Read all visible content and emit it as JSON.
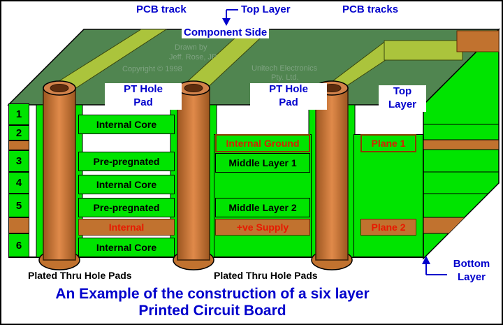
{
  "colors": {
    "board_green": "#00E400",
    "top_surface_green": "#508550",
    "track_yellow_green": "#ABC43C",
    "copper": "#C1722F",
    "label_blue": "#0000CC",
    "label_red": "#D42300",
    "background": "#FFFFFF"
  },
  "top_labels": {
    "pcb_track": "PCB track",
    "top_layer": "Top Layer",
    "pcb_tracks": "PCB tracks",
    "component_side": "Component Side"
  },
  "watermark": {
    "drawn_by_1": "Drawn by",
    "drawn_by_2": "Jeff. Rose, JP",
    "copyright": "Copyright © 1998",
    "company_1": "Unitech Electronics",
    "company_2": "Pty. Ltd."
  },
  "pt_hole_pad": {
    "line1": "PT Hole",
    "line2": "Pad"
  },
  "right_labels": {
    "top_line1": "Top",
    "top_line2": "Layer",
    "bottom_line1": "Bottom",
    "bottom_line2": "Layer"
  },
  "layer_numbers": [
    "1",
    "2",
    "3",
    "4",
    "5",
    "6"
  ],
  "stack_left": {
    "r1": "Internal Core",
    "r2": "Pre-pregnated",
    "r3": "Internal Core",
    "r4": "Pre-pregnated",
    "r5": "Internal",
    "r6": "Internal Core"
  },
  "stack_middle": {
    "r1": "Internal Ground",
    "r2": "Middle Layer 1",
    "r3": "Middle Layer 2",
    "r4": "+ve Supply"
  },
  "stack_right": {
    "r1": "Plane 1",
    "r2": "Plane 2"
  },
  "bottom_labels": {
    "plated_1": "Plated Thru Hole Pads",
    "plated_2": "Plated Thru Hole Pads"
  },
  "caption": {
    "line1": "An Example of the construction of a  six layer",
    "line2": "Printed Circuit Board"
  }
}
